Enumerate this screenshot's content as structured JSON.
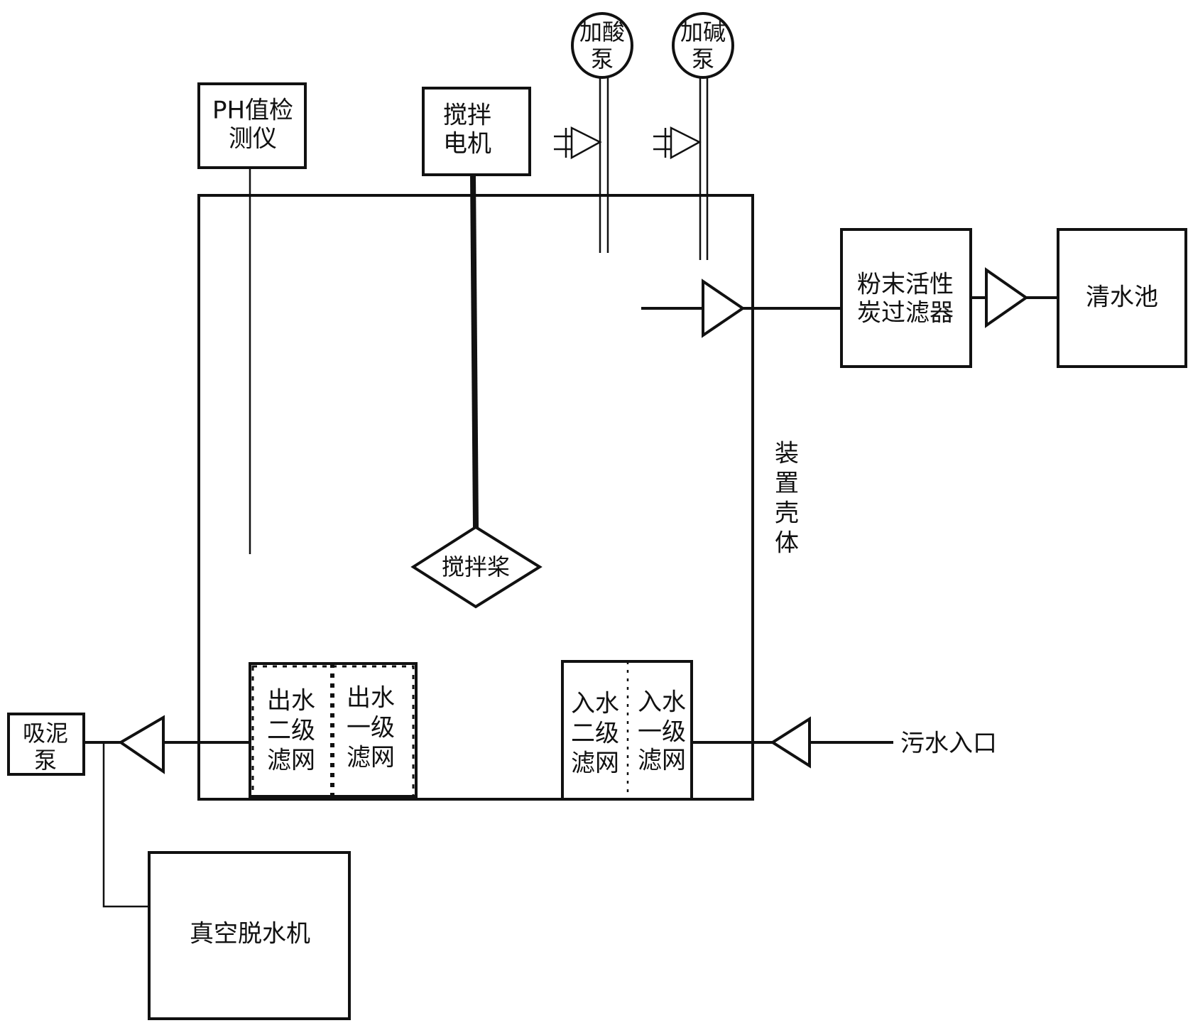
{
  "components": {
    "ph_meter": {
      "line1": "PH值检",
      "line2": "测仪"
    },
    "stir_motor": {
      "line1": "搅拌",
      "line2": "电机"
    },
    "acid_pump": {
      "line1": "加酸",
      "line2": "泵"
    },
    "alkali_pump": {
      "line1": "加碱",
      "line2": "泵"
    },
    "carbon_filter": {
      "line1": "粉末活性",
      "line2": "炭过滤器"
    },
    "clear_pool": {
      "label": "清水池"
    },
    "housing": {
      "c1": "装",
      "c2": "置",
      "c3": "壳",
      "c4": "体"
    },
    "paddle": {
      "label": "搅拌桨"
    },
    "out_filter_2": {
      "c1": "出水",
      "c2": "二级",
      "c3": "滤网"
    },
    "out_filter_1": {
      "c1": "出水",
      "c2": "一级",
      "c3": "滤网"
    },
    "in_filter_2": {
      "c1": "入水",
      "c2": "二级",
      "c3": "滤网"
    },
    "in_filter_1": {
      "c1": "入水",
      "c2": "一级",
      "c3": "滤网"
    },
    "sludge_pump": {
      "line1": "吸泥",
      "line2": "泵"
    },
    "vacuum_dewater": {
      "label": "真空脱水机"
    },
    "sewage_inlet": {
      "label": "污水入口"
    }
  }
}
